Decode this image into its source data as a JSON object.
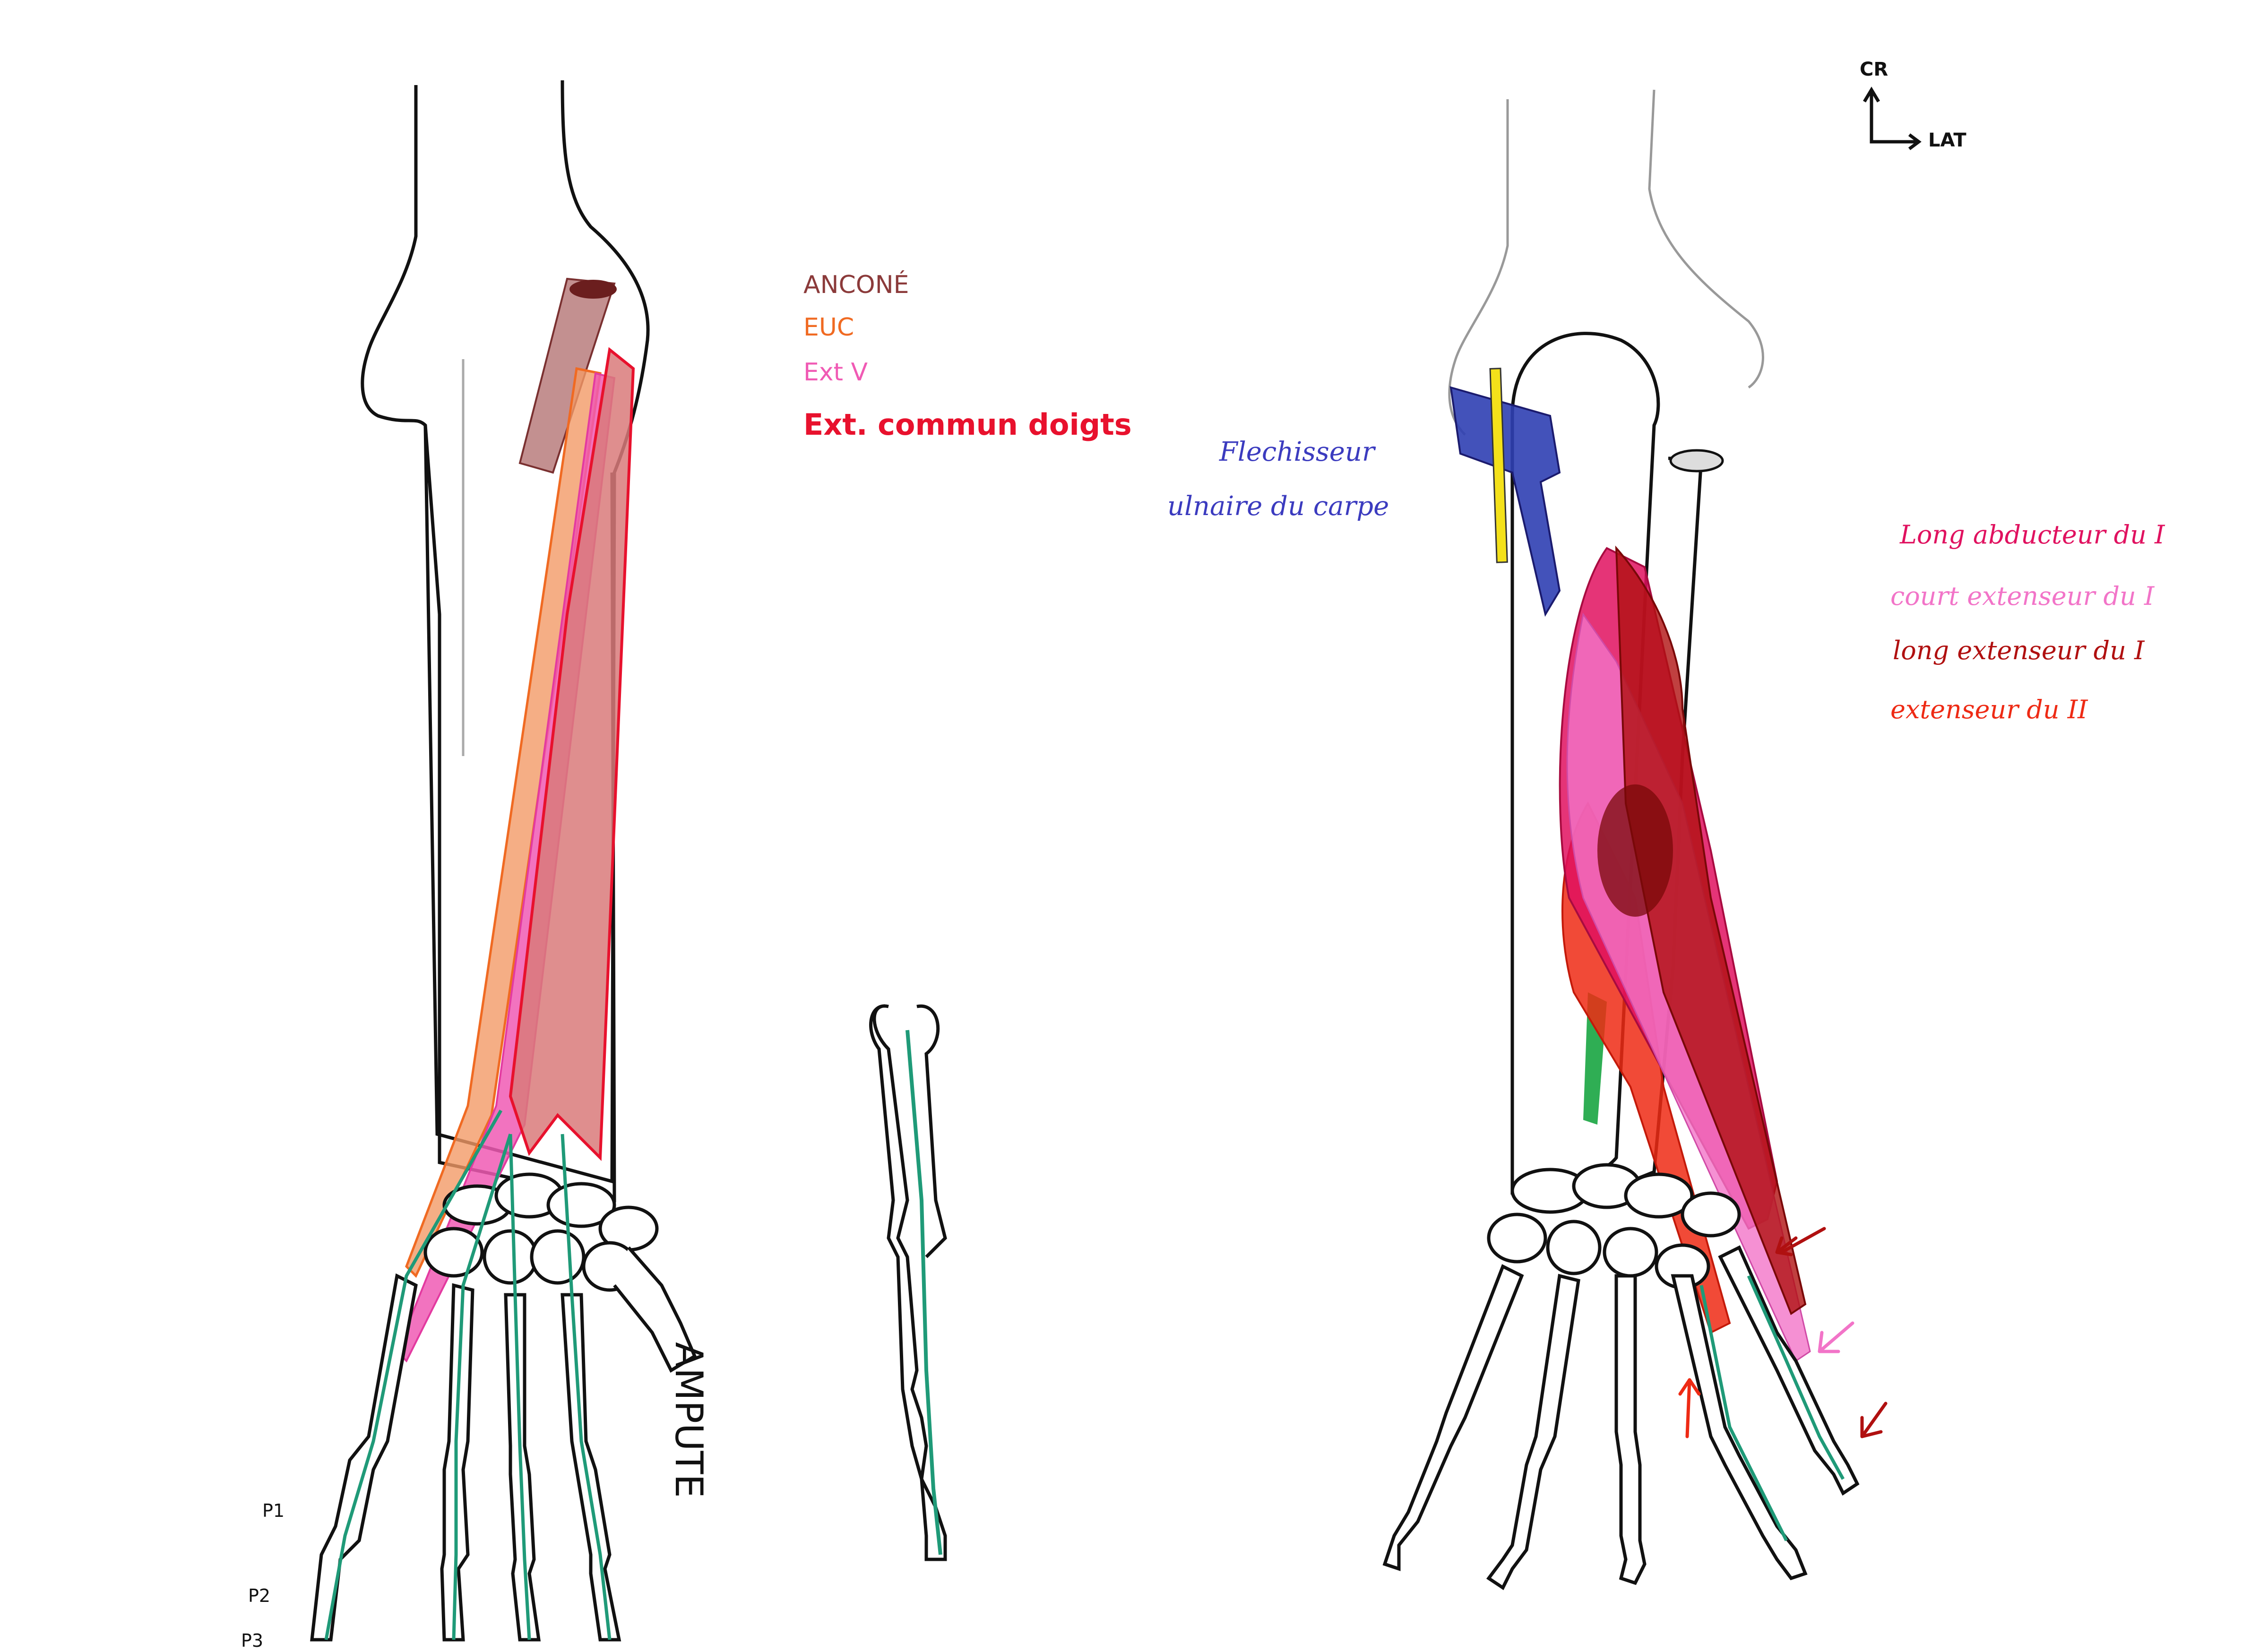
{
  "legend_left": [
    {
      "text": "ANCONÉ",
      "color": "#8b3a3a"
    },
    {
      "text": "EUC",
      "color": "#f06a22"
    },
    {
      "text": "Ext V",
      "color": "#f05ab4"
    },
    {
      "text": "Ext. commun doigts",
      "color": "#e8112d"
    }
  ],
  "legend_right": [
    {
      "text": "Long abducteur du I",
      "color": "#e0115f"
    },
    {
      "text": "court extenseur du I",
      "color": "#f274c8"
    },
    {
      "text": "long extenseur du I",
      "color": "#b01010"
    },
    {
      "text": "extenseur du II",
      "color": "#ee2a14"
    }
  ],
  "label_flexor": {
    "line1": "Flechisseur",
    "line2": "ulnaire du carpe",
    "color": "#3b3bbf"
  },
  "orientation": {
    "cr": "CR",
    "lat": "LAT"
  },
  "amputation_label": "AMPUTE",
  "phalanx_labels": [
    "P1",
    "P2",
    "P3"
  ],
  "colors": {
    "bone_outline": "#111111",
    "tendon": "#1f9a78",
    "anconeus": "#b87c7c",
    "flexor": "#2f3fb3",
    "yellow": "#f4e11a",
    "green": "#2fae54"
  }
}
